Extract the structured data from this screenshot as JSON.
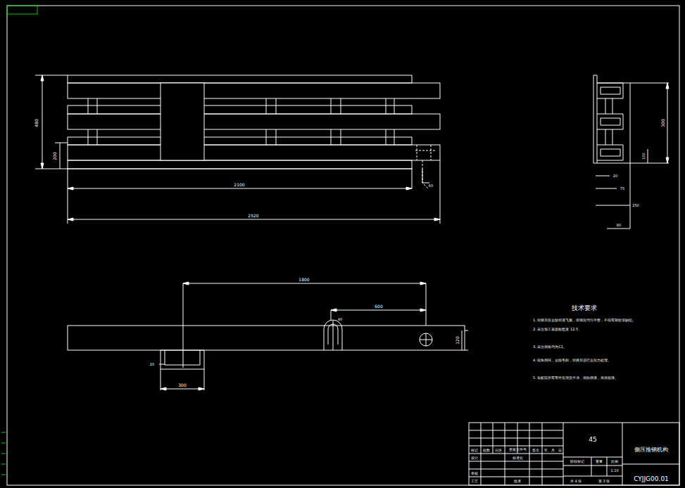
{
  "diagram": {
    "labels": [
      "480",
      "200",
      "2100",
      "2520",
      "60",
      "300",
      "100",
      "20",
      "75",
      "250",
      "80",
      "1800",
      "600",
      "40",
      "120",
      "20",
      "300",
      "技术要求",
      "1. 焊接后应去除焊渣飞溅，焊缝应均匀平整，不得有裂纹等缺陷。",
      "2. 未注加工表面粗糙度 12.5",
      "3. 未注倒角均为C1。",
      "4. 锐角倒钝，去除毛刺，焊接后进行去应力处理。",
      "5. 装配前所有零件应清洗干净，涂防锈漆，再涂面漆。",
      "45",
      "侧压推钢机构",
      "CYJJG00.01",
      "标记",
      "处数",
      "分区",
      "更改文件号",
      "签名",
      "年、月、日",
      "设计",
      "标准化",
      "审核",
      "工艺",
      "批准",
      "阶段标记",
      "重量",
      "比例",
      "1:10",
      "共 4 张",
      "第 3 张"
    ]
  }
}
